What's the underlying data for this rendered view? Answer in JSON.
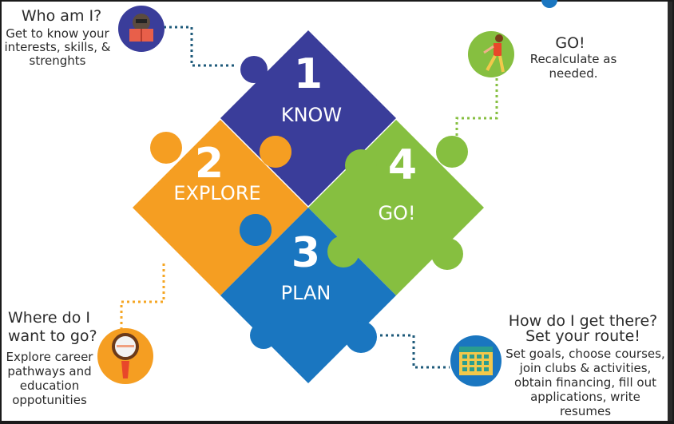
{
  "pieces": [
    {
      "number": "1",
      "label": "KNOW",
      "color": "#3a3d9a"
    },
    {
      "number": "2",
      "label": "EXPLORE",
      "color": "#f59e22"
    },
    {
      "number": "3",
      "label": "PLAN",
      "color": "#1a76c0"
    },
    {
      "number": "4",
      "label": "GO!",
      "color": "#86bf40"
    }
  ],
  "callouts": {
    "who": {
      "title": "Who am I?",
      "lines": [
        "Get to know your",
        "interests, skills, &",
        "strenghts"
      ]
    },
    "go": {
      "title": "GO!",
      "lines": [
        "Recalculate as",
        "needed."
      ]
    },
    "where": {
      "title_lines": [
        "Where do I",
        "want to go?"
      ],
      "lines": [
        "Explore career",
        "pathways and",
        "education",
        "oppotunities"
      ]
    },
    "how": {
      "title": "How do I get there?",
      "subtitle": "Set your route!",
      "lines": [
        "Set goals, choose courses,",
        "join clubs & activities,",
        "obtain financing, fill out",
        "applications, write",
        "resumes"
      ]
    }
  },
  "icons": {
    "reader": "reader-icon",
    "runner": "runner-icon",
    "magnifier": "magnifier-icon",
    "calendar": "calendar-icon"
  },
  "colors": {
    "dots": "#2a7fa0",
    "orange_dots": "#f5a623",
    "green_dots": "#86bf40"
  }
}
